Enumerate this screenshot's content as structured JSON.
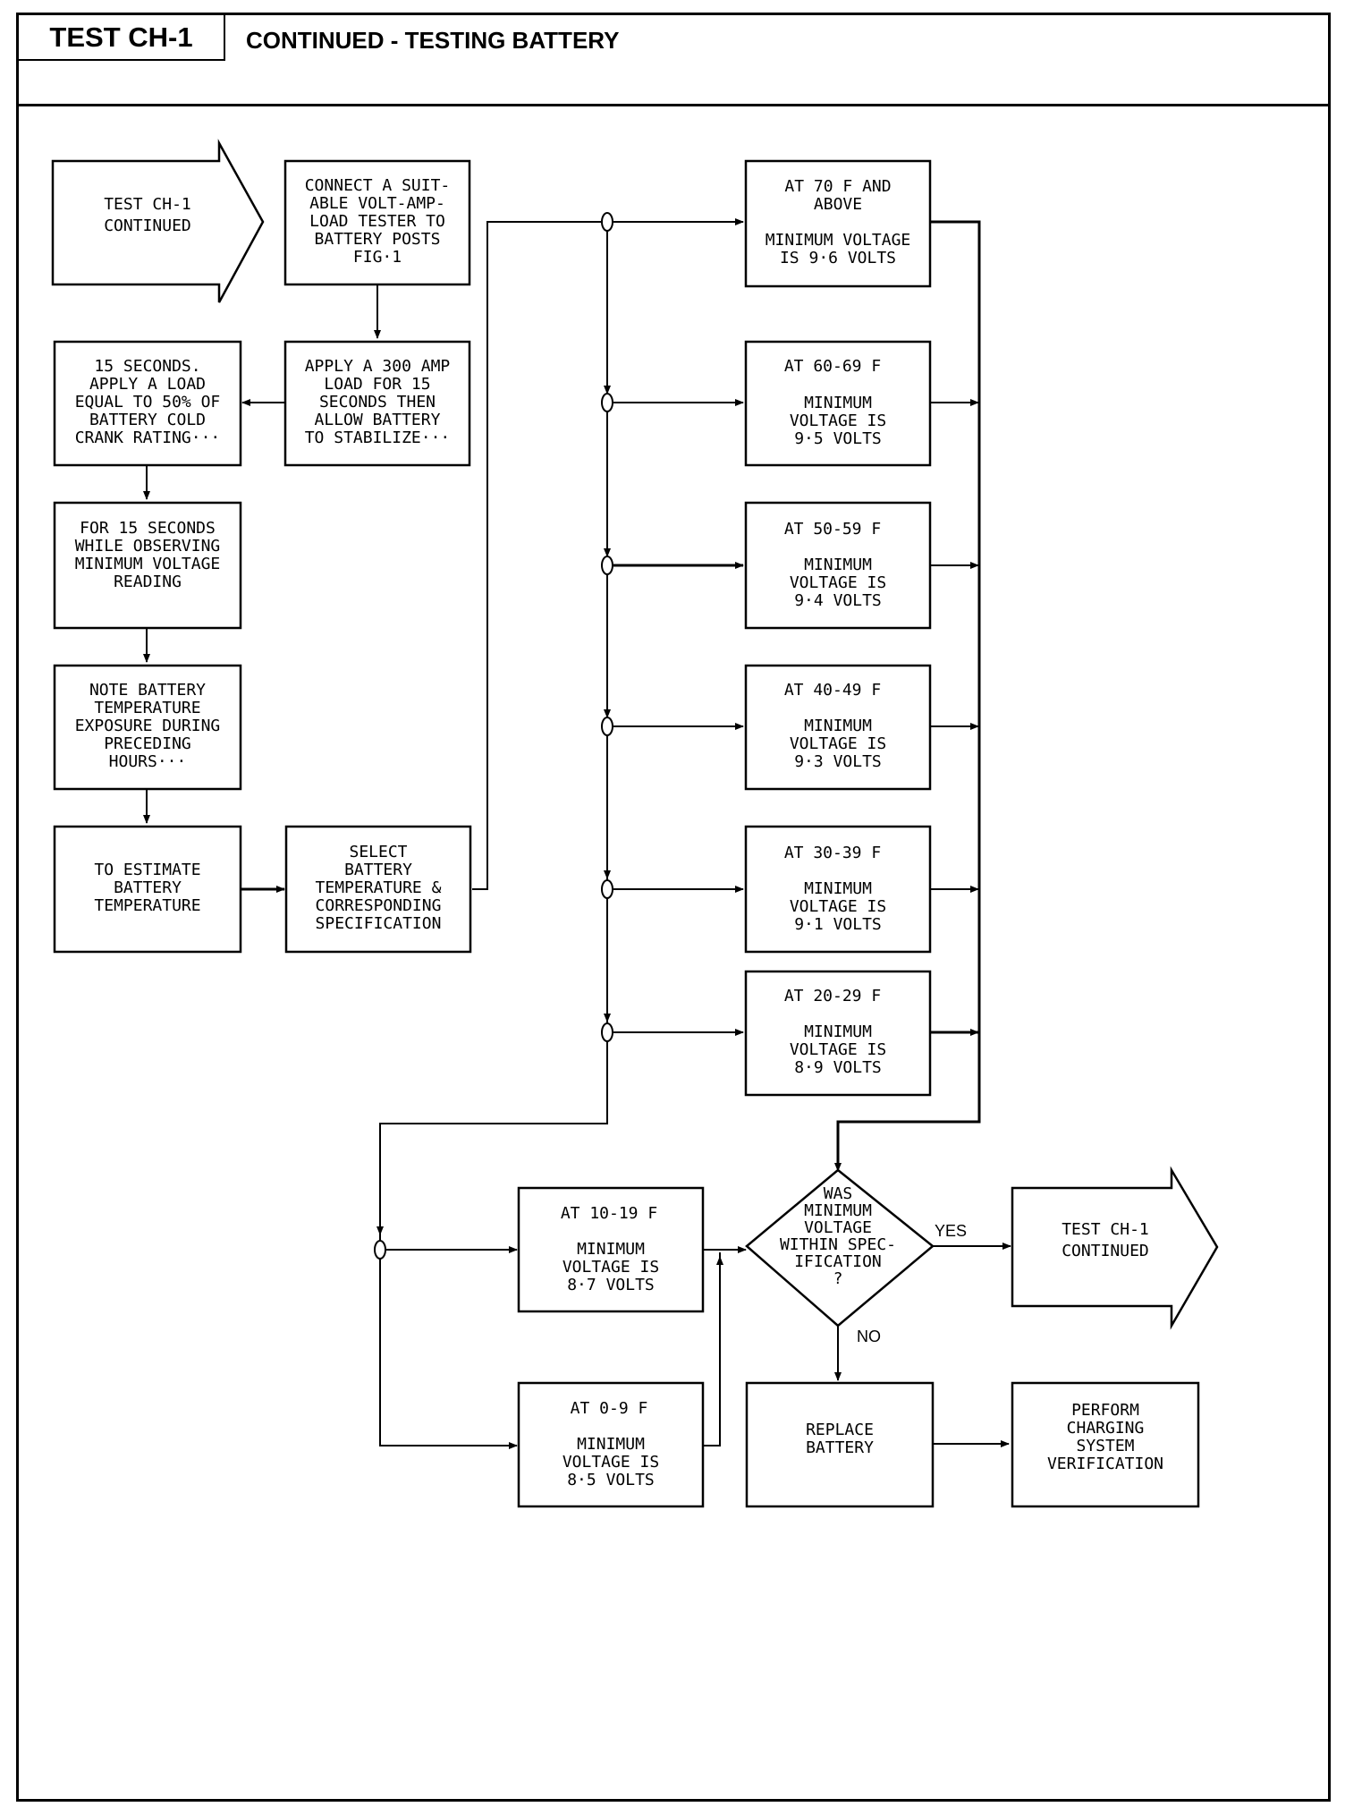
{
  "header": {
    "code": "TEST CH-1",
    "title": "CONTINUED - TESTING BATTERY"
  },
  "start": [
    "TEST CH-1",
    "CONTINUED"
  ],
  "steps": {
    "connect": [
      "CONNECT A SUIT-",
      "ABLE VOLT-AMP-",
      "LOAD TESTER TO",
      "BATTERY POSTS",
      "FIG·1"
    ],
    "apply300": [
      "APPLY A 300 AMP",
      "LOAD FOR 15",
      "SECONDS THEN",
      "ALLOW BATTERY",
      "TO STABILIZE···"
    ],
    "apply50": [
      "15 SECONDS.",
      "APPLY A LOAD",
      "EQUAL TO 50% OF",
      "BATTERY COLD",
      "CRANK RATING···"
    ],
    "observe": [
      "FOR 15 SECONDS",
      "WHILE OBSERVING",
      "MINIMUM VOLTAGE",
      "READING"
    ],
    "note": [
      "NOTE BATTERY",
      "TEMPERATURE",
      "EXPOSURE DURING",
      "PRECEDING",
      "HOURS···"
    ],
    "estimate": [
      "TO ESTIMATE",
      "BATTERY",
      "TEMPERATURE"
    ],
    "select": [
      "SELECT",
      "BATTERY",
      "TEMPERATURE &",
      "CORRESPONDING",
      "SPECIFICATION"
    ]
  },
  "temps": [
    {
      "range": "AT 70 F AND",
      "range2": "ABOVE",
      "l1": "MINIMUM VOLTAGE",
      "l2": "IS 9·6 VOLTS"
    },
    {
      "range": "AT 60-69 F",
      "l1": "MINIMUM",
      "l2": "VOLTAGE IS",
      "l3": "9·5 VOLTS"
    },
    {
      "range": "AT 50-59 F",
      "l1": "MINIMUM",
      "l2": "VOLTAGE IS",
      "l3": "9·4 VOLTS"
    },
    {
      "range": "AT 40-49 F",
      "l1": "MINIMUM",
      "l2": "VOLTAGE IS",
      "l3": "9·3 VOLTS"
    },
    {
      "range": "AT 30-39 F",
      "l1": "MINIMUM",
      "l2": "VOLTAGE IS",
      "l3": "9·1 VOLTS"
    },
    {
      "range": "AT 20-29 F",
      "l1": "MINIMUM",
      "l2": "VOLTAGE IS",
      "l3": "8·9 VOLTS"
    },
    {
      "range": "AT 10-19 F",
      "l1": "MINIMUM",
      "l2": "VOLTAGE IS",
      "l3": "8·7 VOLTS"
    },
    {
      "range": "AT 0-9 F",
      "l1": "MINIMUM",
      "l2": "VOLTAGE IS",
      "l3": "8·5 VOLTS"
    }
  ],
  "decision": [
    "WAS",
    "MINIMUM",
    "VOLTAGE",
    "WITHIN SPEC-",
    "IFICATION",
    "?"
  ],
  "yes_label": "YES",
  "no_label": "NO",
  "end": [
    "TEST CH-1",
    "CONTINUED"
  ],
  "replace": [
    "REPLACE",
    "BATTERY"
  ],
  "perform": [
    "PERFORM",
    "CHARGING",
    "SYSTEM",
    "VERIFICATION"
  ]
}
